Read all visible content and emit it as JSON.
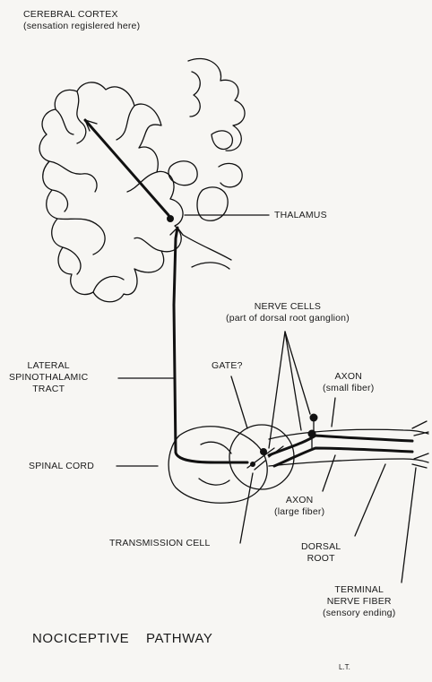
{
  "labels": {
    "cerebral_cortex": [
      "CEREBRAL CORTEX",
      "(sensation regislered here)"
    ],
    "thalamus": "THALAMUS",
    "nerve_cells": [
      "NERVE CELLS",
      "(part of dorsal root ganglion)"
    ],
    "lateral_tract": [
      "LATERAL",
      "SPINOTHALAMIC",
      "TRACT"
    ],
    "gate": "GATE?",
    "axon_small": [
      "AXON",
      "(small fiber)"
    ],
    "spinal_cord": "SPINAL CORD",
    "axon_large": [
      "AXON",
      "(large fiber)"
    ],
    "transmission_cell": "TRANSMISSION CELL",
    "dorsal_root": [
      "DORSAL",
      "ROOT"
    ],
    "terminal_fiber": [
      "TERMINAL",
      "NERVE FIBER",
      "(sensory ending)"
    ]
  },
  "title": "NOCICEPTIVE PATHWAY",
  "initials": "L.T."
}
